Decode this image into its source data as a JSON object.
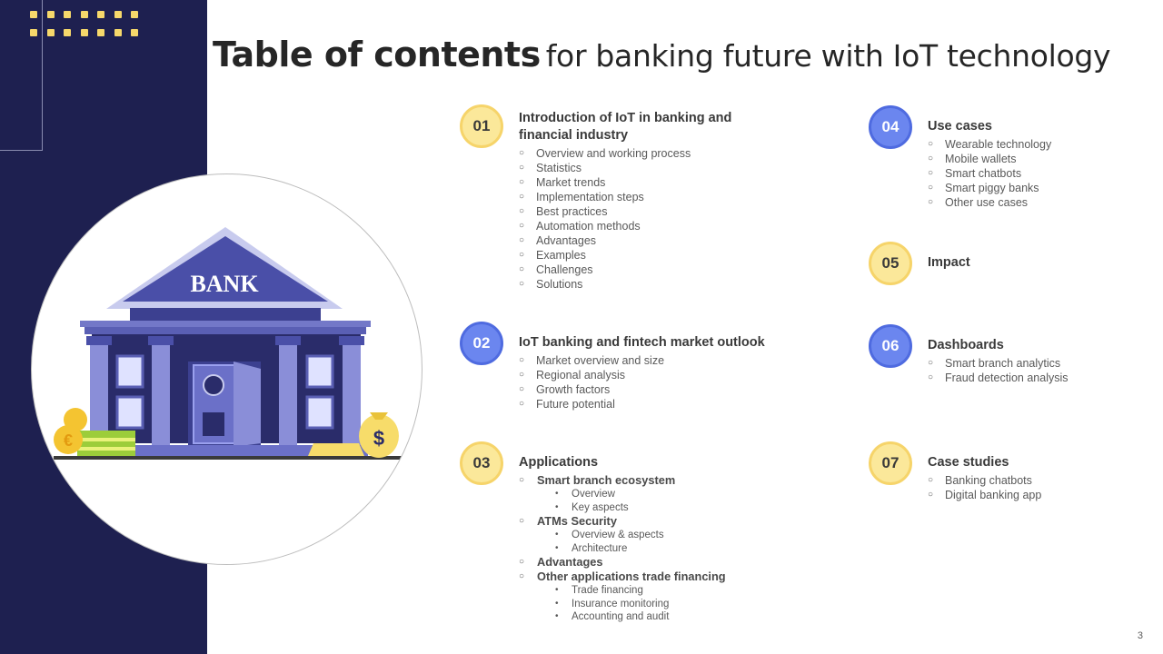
{
  "title": {
    "bold": "Table of contents",
    "rest": "for banking future with IoT technology"
  },
  "illustration": {
    "bank_label": "BANK",
    "currency_symbol": "$",
    "coin_symbol": "€"
  },
  "colors": {
    "navy": "#1e2050",
    "accent_yellow": "#f6d46a",
    "accent_blue": "#4f6be0"
  },
  "sections": [
    {
      "number": "01",
      "title": "Introduction of IoT in banking and financial industry",
      "items": [
        "Overview and working process",
        "Statistics",
        "Market trends",
        "Implementation steps",
        "Best practices",
        "Automation methods",
        "Advantages",
        "Examples",
        "Challenges",
        "Solutions"
      ]
    },
    {
      "number": "02",
      "title": "IoT banking and fintech market outlook",
      "items": [
        "Market overview and size",
        "Regional analysis",
        "Growth factors",
        "Future potential"
      ]
    },
    {
      "number": "03",
      "title": "Applications",
      "groups": [
        {
          "label": "Smart branch ecosystem",
          "subitems": [
            "Overview",
            "Key aspects"
          ]
        },
        {
          "label": "ATMs Security",
          "subitems": [
            "Overview & aspects",
            "Architecture"
          ]
        },
        {
          "label": "Advantages",
          "subitems": []
        },
        {
          "label": "Other applications trade financing",
          "subitems": [
            "Trade financing",
            "Insurance monitoring",
            "Accounting and audit"
          ]
        }
      ]
    },
    {
      "number": "04",
      "title": "Use cases",
      "items": [
        "Wearable technology",
        "Mobile wallets",
        "Smart chatbots",
        "Smart piggy banks",
        "Other use cases"
      ]
    },
    {
      "number": "05",
      "title": "Impact",
      "items": []
    },
    {
      "number": "06",
      "title": "Dashboards",
      "items": [
        "Smart branch analytics",
        "Fraud detection analysis"
      ]
    },
    {
      "number": "07",
      "title": "Case studies",
      "items": [
        "Banking chatbots",
        "Digital banking app"
      ]
    }
  ],
  "page_number": "3"
}
